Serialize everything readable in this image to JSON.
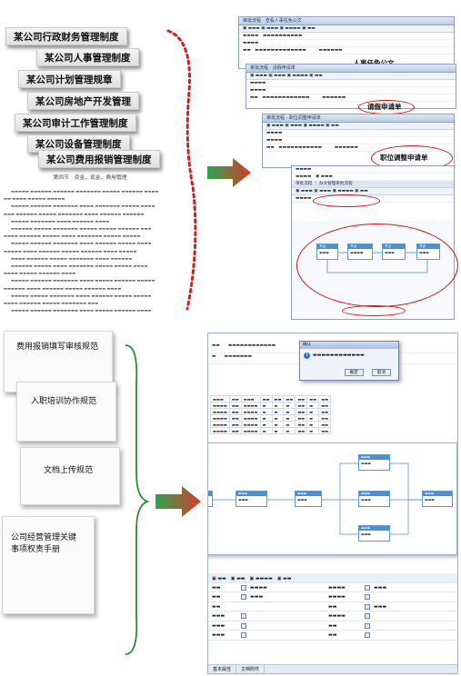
{
  "policies": [
    "某公司行政财务管理制度",
    "某公司人事管理制度",
    "某公司计划管理规章",
    "某公司房地产开发管理",
    "某公司审计工作管理制度",
    "某公司设备管理制度",
    "某公司费用报销管理制度"
  ],
  "document": {
    "title": "第四节　资金、现金、费用管理"
  },
  "top_right": {
    "win1": {
      "title": "审批流程 · 查看人事任免公文",
      "heading": "人事任免公文"
    },
    "win2": {
      "title": "审批流程 · 请假申请单",
      "callout": "请假申请单"
    },
    "win3": {
      "title": "审批流程 · 职位调整申请单",
      "callout": "职位调整申请单"
    },
    "win4": {
      "tab_label": "办文管理审批流程",
      "tabs": [
        "审批流程",
        "办文管理审批流程"
      ]
    },
    "flow_nodes": [
      "节点",
      "节点",
      "节点",
      "节点"
    ]
  },
  "bottom_left": {
    "papers": [
      "费用报销填写审核规范",
      "入职培训协作规范",
      "文档上传规范",
      "公司经营管理关键事项权责手册"
    ]
  },
  "bottom_right": {
    "dialog": {
      "title": "确认",
      "ok": "确定",
      "cancel": "取消"
    },
    "form": {
      "tabs": [
        "基本属性",
        "文档附件"
      ]
    }
  },
  "colors": {
    "arrow_green": "#2ea44f",
    "arrow_red": "#d93b2b",
    "dashed_red": "#d31f1f",
    "brace_green": "#2e8b3e",
    "window_blue": "#8aa3c2"
  }
}
